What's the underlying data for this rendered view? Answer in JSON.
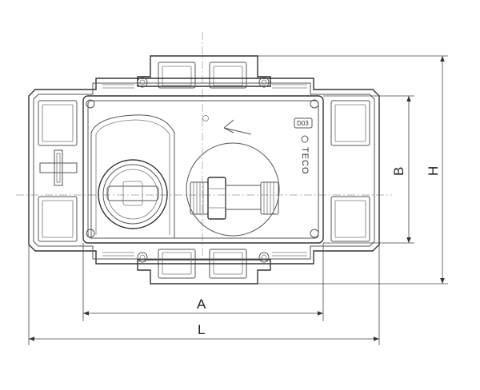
{
  "labels": {
    "dim_a": "A",
    "dim_l": "L",
    "dim_b": "B",
    "dim_h": "H",
    "model": "D03",
    "brand": "TECO"
  }
}
